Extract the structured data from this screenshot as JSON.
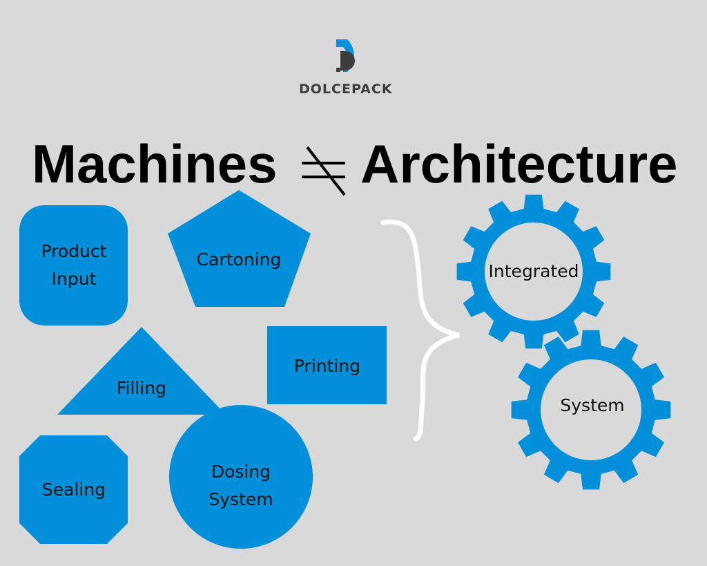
{
  "logo": {
    "brand": "DOLCEPACK"
  },
  "title": {
    "left": "Machines",
    "right": "Architecture",
    "symbol": "not-equal"
  },
  "machines": [
    "Product Input",
    "Cartoning",
    "Filling",
    "Printing",
    "Sealing",
    "Dosing System"
  ],
  "labels": {
    "product_input_1": "Product",
    "product_input_2": "Input",
    "cartoning": "Cartoning",
    "filling": "Filling",
    "printing": "Printing",
    "sealing": "Sealing",
    "dosing_1": "Dosing",
    "dosing_2": "System"
  },
  "architecture": {
    "gear1": "Integrated",
    "gear2": "System"
  },
  "colors": {
    "blue": "#0090da",
    "background": "#d9d9d9",
    "text": "#111111"
  }
}
